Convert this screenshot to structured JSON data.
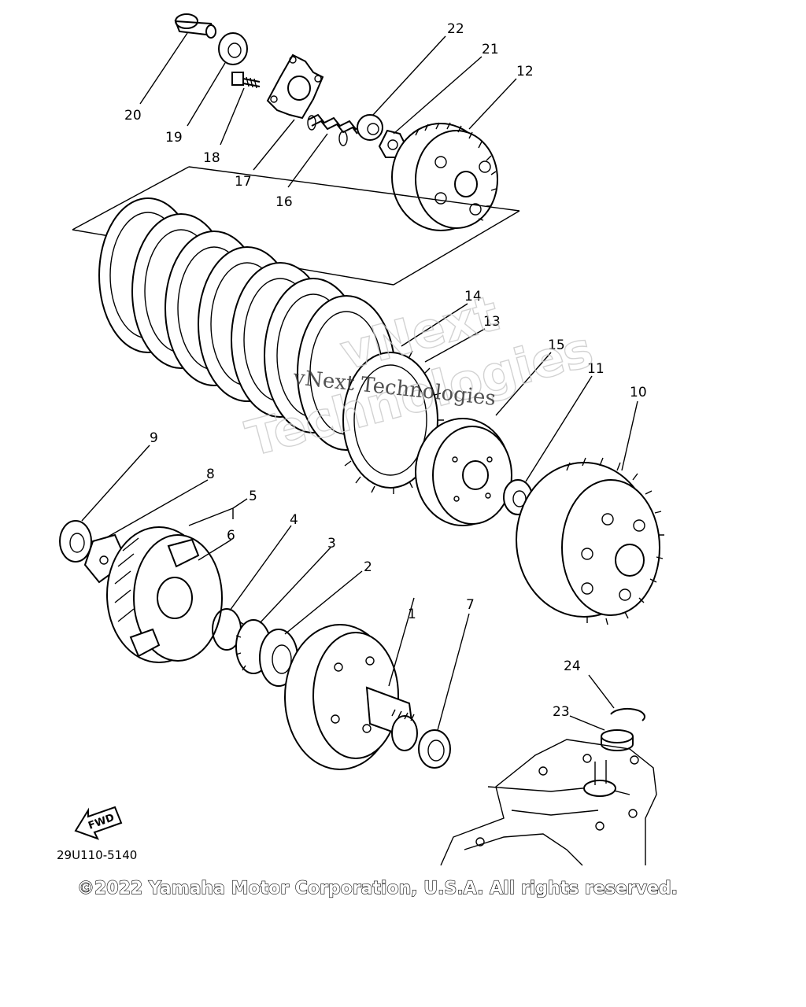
{
  "diagram": {
    "part_numbers": [
      "1",
      "2",
      "3",
      "4",
      "5",
      "6",
      "7",
      "8",
      "9",
      "10",
      "11",
      "12",
      "13",
      "14",
      "15",
      "16",
      "17",
      "18",
      "19",
      "20",
      "21",
      "22",
      "23",
      "24"
    ],
    "fwd_label": "FWD",
    "drawing_code": "29U110-5140",
    "watermark_text": "vNext Technologies",
    "watermark_line1": "vNext",
    "watermark_line2": "Technologies",
    "copyright": "©2022 Yamaha Motor Corporation, U.S.A. All rights reserved."
  }
}
